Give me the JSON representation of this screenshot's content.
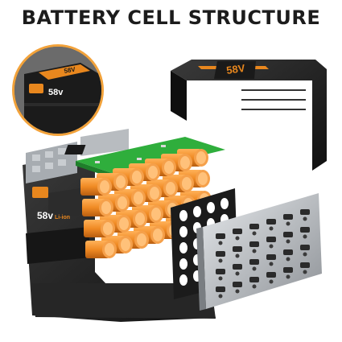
{
  "headline": "BATTERY CELL STRUCTURE",
  "badge_voltage": "58V",
  "badge_rating": "58v",
  "badge_unit": "Li-ion",
  "colors": {
    "cell_orange": "#f08a24",
    "pcb_green": "#2fae3c",
    "housing_black": "#1e1e1e",
    "accent_orange": "#e8871e",
    "inset_ring": "#f2a23a",
    "nickel_strip": "#bfc3c7"
  }
}
